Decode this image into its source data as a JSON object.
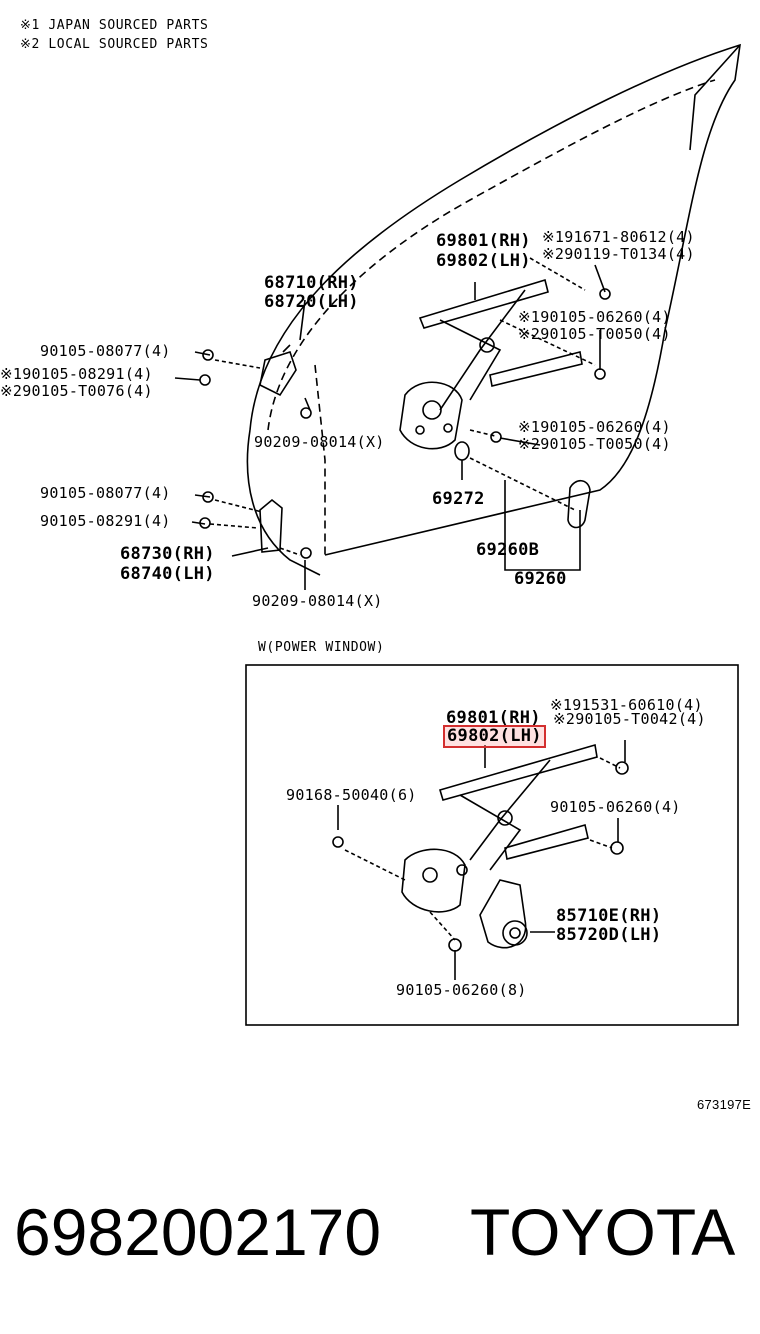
{
  "notes": [
    "※1 JAPAN SOURCED PARTS",
    "※2 LOCAL SOURCED PARTS"
  ],
  "upper": {
    "regulator_rh": "69801(RH)",
    "regulator_lh": "69802(LH)",
    "bolt_jp_a": "※191671-80612(4)",
    "bolt_local_a": "※290119-T0134(4)",
    "hinge_upper_rh": "68710(RH)",
    "hinge_upper_lh": "68720(LH)",
    "bolt_jp_b": "※190105-06260(4)",
    "bolt_local_b": "※290105-T0050(4)",
    "bolt_hinge_1": "90105-08077(4)",
    "bolt_jp_hinge": "※190105-08291(4)",
    "bolt_local_hinge": "※290105-T0076(4)",
    "plug_upper": "90209-08014(X)",
    "bolt_jp_c": "※190105-06260(4)",
    "bolt_local_c": "※290105-T0050(4)",
    "grommet": "69272",
    "bolt_hinge_2": "90105-08077(4)",
    "bolt_hinge_3": "90105-08291(4)",
    "hinge_lower_rh": "68730(RH)",
    "hinge_lower_lh": "68740(LH)",
    "handle_b": "69260B",
    "handle": "69260",
    "plug_lower": "90209-08014(X)"
  },
  "inset": {
    "title": "W(POWER WINDOW)",
    "bolt_jp": "※191531-60610(4)",
    "regulator_rh": "69801(RH)",
    "bolt_local": "※290105-T0042(4)",
    "regulator_lh_highlighted": "69802(LH)",
    "screw": "90168-50040(6)",
    "bolt_a": "90105-06260(4)",
    "motor_rh": "85710E(RH)",
    "motor_lh": "85720D(LH)",
    "bolt_b": "90105-06260(8)"
  },
  "figure_ref": "673197E",
  "footer": {
    "part_number": "6982002170",
    "brand": "TOYOTA"
  },
  "colors": {
    "highlight_border": "#d32f2f",
    "line": "#000000"
  }
}
